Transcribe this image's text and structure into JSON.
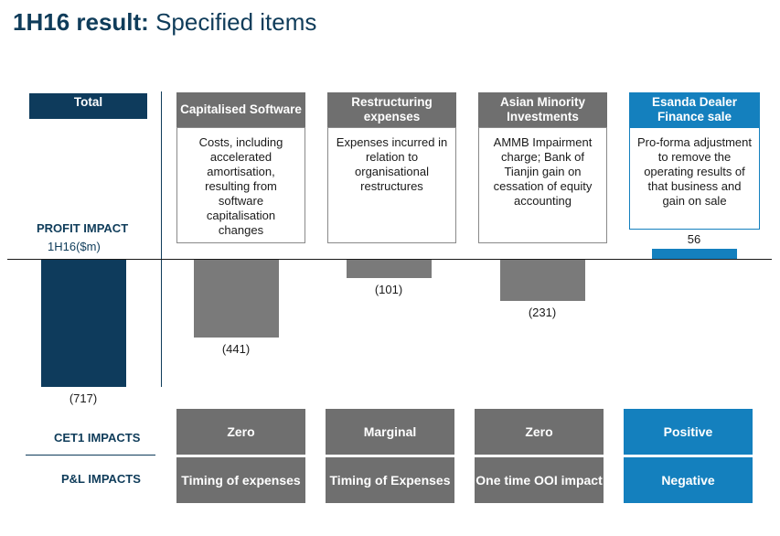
{
  "title": {
    "bold": "1H16 result:",
    "rest": "Specified items"
  },
  "labels": {
    "profit_impact": "PROFIT IMPACT",
    "period_unit": "1H16($m)",
    "cet1": "CET1 IMPACTS",
    "pl": "P&L IMPACTS"
  },
  "columns": [
    {
      "header": "Total",
      "description": "",
      "cet1": "",
      "pl": ""
    },
    {
      "header": "Capitalised Software",
      "description": "Costs, including accelerated amortisation, resulting from software capitalisation changes",
      "cet1": "Zero",
      "pl": "Timing of expenses"
    },
    {
      "header": "Restructuring expenses",
      "description": "Expenses incurred in relation to organisational restructures",
      "cet1": "Marginal",
      "pl": "Timing of Expenses"
    },
    {
      "header": "Asian Minority Investments",
      "description": "AMMB Impairment charge; Bank of Tianjin gain on cessation of equity accounting",
      "cet1": "Zero",
      "pl": "One time OOI impact"
    },
    {
      "header": "Esanda Dealer Finance sale",
      "description": "Pro-forma adjustment to remove the operating results of that business and gain on sale",
      "cet1": "Positive",
      "pl": "Negative"
    }
  ],
  "chart_data": {
    "type": "bar",
    "categories": [
      "Total",
      "Capitalised Software",
      "Restructuring expenses",
      "Asian Minority Investments",
      "Esanda Dealer Finance sale"
    ],
    "values": [
      -717,
      -441,
      -101,
      -231,
      56
    ],
    "value_labels": [
      "(717)",
      "(441)",
      "(101)",
      "(231)",
      "56"
    ],
    "ylabel": "1H16($m)",
    "colors": [
      "#0e3b5c",
      "#7a7a7a",
      "#7a7a7a",
      "#7a7a7a",
      "#1480be"
    ]
  },
  "colors": {
    "navy": "#0e3b5c",
    "gray": "#6f6f6f",
    "blue": "#1480be"
  }
}
